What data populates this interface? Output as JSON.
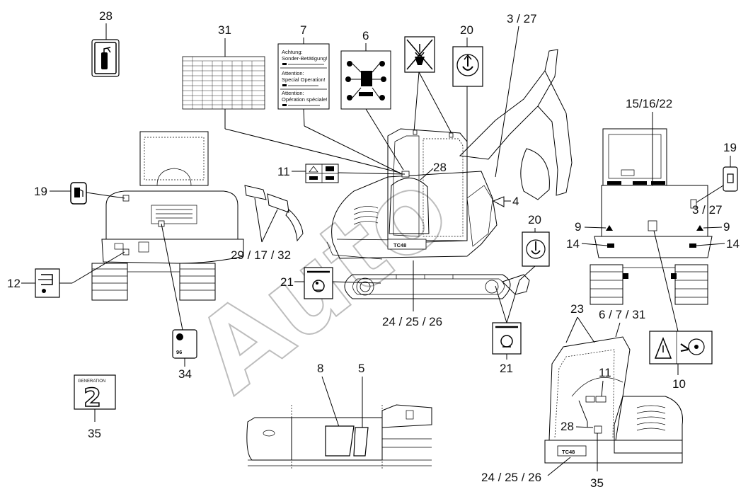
{
  "callouts": {
    "c28_top": "28",
    "c31": "31",
    "c7": "7",
    "c6": "6",
    "c20_top": "20",
    "c3_27_top": "3 / 27",
    "c15_16_22": "15/16/22",
    "c19_right": "19",
    "c3_27_right": "3 / 27",
    "c9_left": "9",
    "c9_right": "9",
    "c14_left": "14",
    "c14_right": "14",
    "c19_left": "19",
    "c11_mid": "11",
    "c28_mid": "28",
    "c4": "4",
    "c29_17_32": "29 / 17 / 32",
    "c20_mid": "20",
    "c21_left": "21",
    "c24_25_26_mid": "24 / 25 / 26",
    "c21_right": "21",
    "c12": "12",
    "c34": "34",
    "c23": "23",
    "c6_7_31": "6 / 7 / 31",
    "c11_right": "11",
    "c10": "10",
    "c8": "8",
    "c5": "5",
    "c35_left": "35",
    "c28_bottom": "28",
    "c24_25_26_bottom": "24 / 25 / 26",
    "c35_bottom": "35"
  },
  "decal_text": {
    "sign7_line1": "Achtung:",
    "sign7_line2": "Sonder-Betätigung!",
    "sign7_line3": "Attention:",
    "sign7_line4": "Special Operation!",
    "sign7_line5": "Attention:",
    "sign7_line6": "Opération spéciale!",
    "generation_label": "GENERATION",
    "generation_number": "2",
    "model_badge": "TC48",
    "sticker34": "96",
    "watermark": "Auto"
  },
  "icons": [
    "fire-extinguisher-icon",
    "lifting-hook-icon",
    "no-lifting-icon",
    "fuel-pump-icon",
    "warning-triangle-icon",
    "fan-hazard-icon",
    "crush-hazard-icon",
    "hydraulic-oil-icon"
  ],
  "colors": {
    "line": "#000000",
    "watermark": "#bdbdbd",
    "background": "#ffffff"
  }
}
